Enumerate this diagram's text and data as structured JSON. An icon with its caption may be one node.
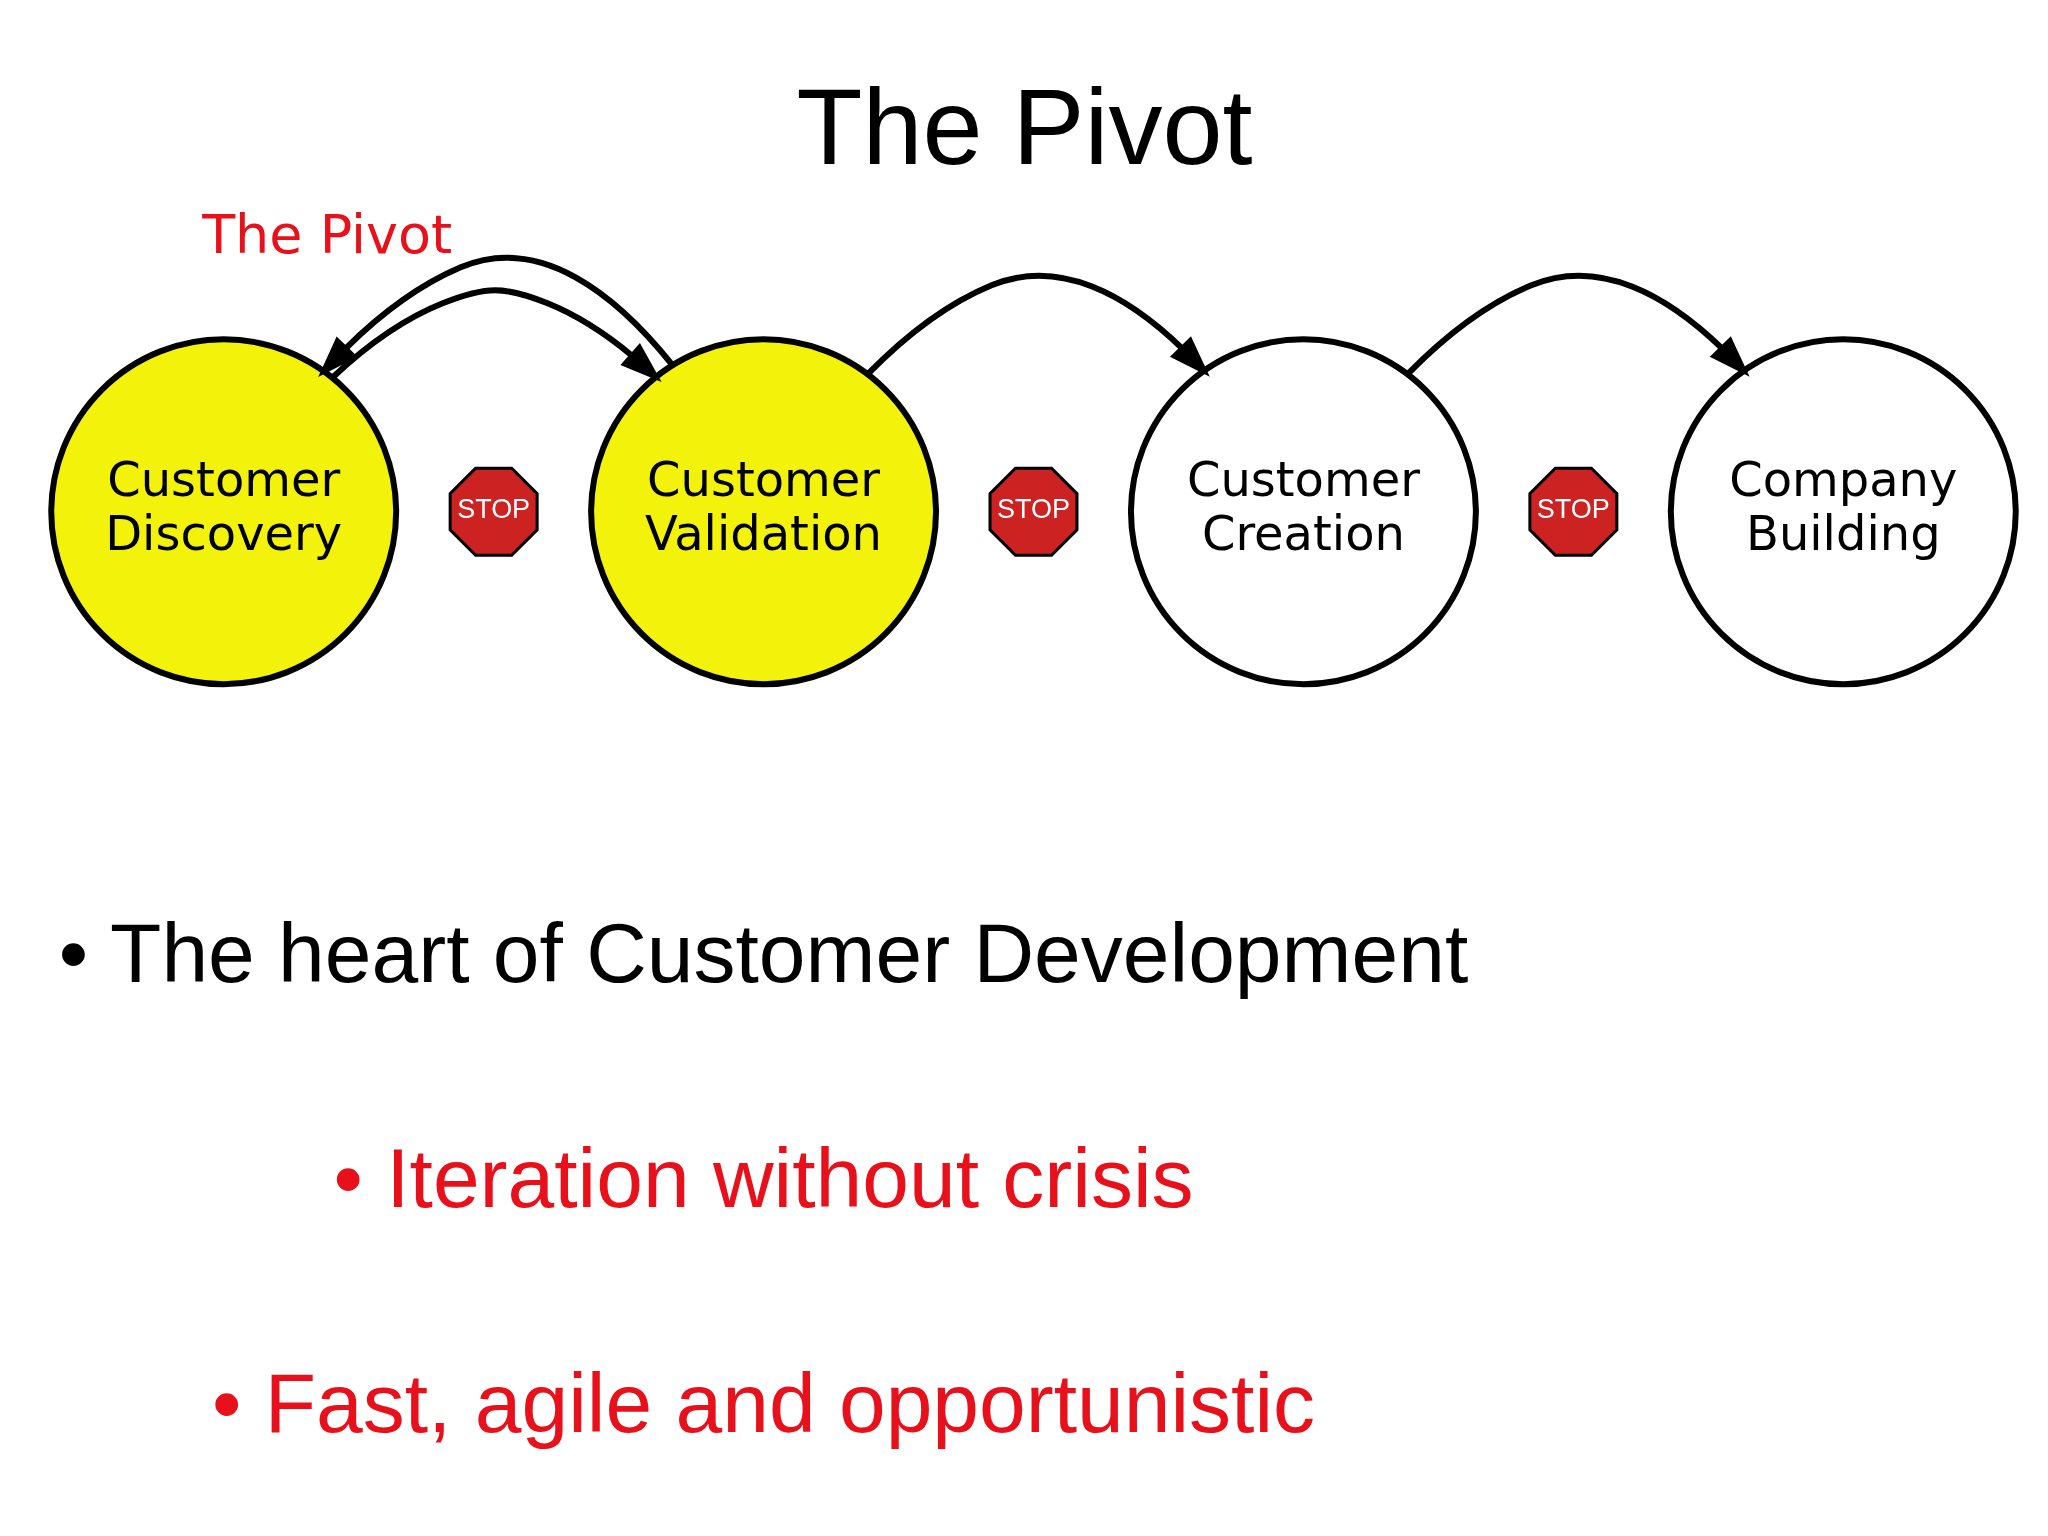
{
  "diagram": {
    "title": "The Pivot",
    "nodes": [
      {
        "text": [
          "Customer Discovery"
        ]
      },
      {
        "text": [
          "Customer Validation"
        ]
      },
      {
        "text": [
          "Customer Creation"
        ]
      },
      {
        "text": [
          "Company Building"
        ]
      }
    ],
    "edges": [
      {
        "from": 0,
        "to": 1,
        "arrow": "to"
      },
      {
        "from": 1,
        "to": 2,
        "arrow": "to"
      },
      {
        "from": 2,
        "to": 3,
        "arrow": "to"
      },
      {
        "from": 1,
        "to": 0,
        "arrow": "to",
        "label": "The Pivot"
      }
    ],
    "labels": [
      "STOP",
      "STOP",
      "STOP",
      "• The heart of Customer Development",
      "• Iteration without crisis",
      "• Fast, agile and opportunistic"
    ]
  }
}
